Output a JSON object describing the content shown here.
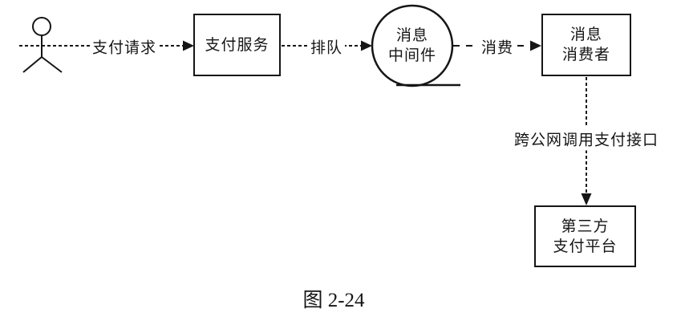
{
  "diagram": {
    "caption": "图 2-24",
    "colors": {
      "ink": "#151515",
      "background": "#ffffff"
    },
    "nodes": {
      "actor": {
        "type": "stick-figure"
      },
      "payment_service": {
        "label": "支付服务"
      },
      "message_middleware": {
        "label_line1": "消息",
        "label_line2": "中间件"
      },
      "message_consumer": {
        "label_line1": "消息",
        "label_line2": "消费者"
      },
      "third_party_platform": {
        "label_line1": "第三方",
        "label_line2": "支付平台"
      }
    },
    "edges": {
      "payment_request": {
        "label": "支付请求",
        "from": "actor",
        "to": "payment_service",
        "style": "dashed-arrow"
      },
      "enqueue": {
        "label": "排队",
        "from": "payment_service",
        "to": "message_middleware",
        "style": "dashed-arrow"
      },
      "consume": {
        "label": "消费",
        "from": "message_middleware",
        "to": "message_consumer",
        "style": "dashed-arrow"
      },
      "call_payment_api": {
        "label": "跨公网调用支付接口",
        "from": "message_consumer",
        "to": "third_party_platform",
        "style": "dashed-arrow"
      }
    }
  }
}
